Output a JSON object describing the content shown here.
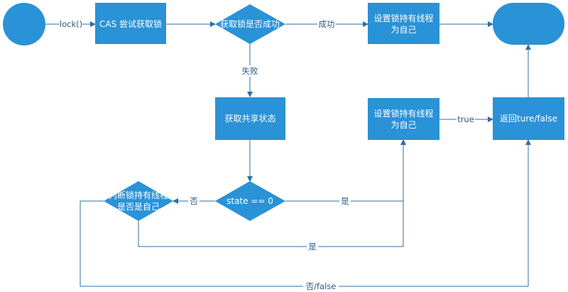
{
  "colors": {
    "node_fill": "#2a92d6",
    "edge": "#2f6fa5",
    "edge_label": "#2a5b86",
    "background": "#ffffff"
  },
  "nodes": {
    "cas_acquire": "CAS 尝试获取锁",
    "acquire_success_decision": "获取锁是否成功",
    "set_owner_top": [
      "设置锁持有线程",
      "为自己"
    ],
    "get_shared_state": "获取共享状态",
    "set_owner_mid": [
      "设置锁持有线程",
      "为自己"
    ],
    "return_result": "返回ture/false",
    "state_zero_decision": "state == 0",
    "owner_self_decision": [
      "判断锁持有线程",
      "是否是自己"
    ]
  },
  "edge_labels": {
    "lock_call": "lock()",
    "success": "成功",
    "failure": "失败",
    "true_label": "true",
    "yes_right": "是",
    "no_left": "否",
    "yes_bottom": "是",
    "no_false": "否/false"
  }
}
